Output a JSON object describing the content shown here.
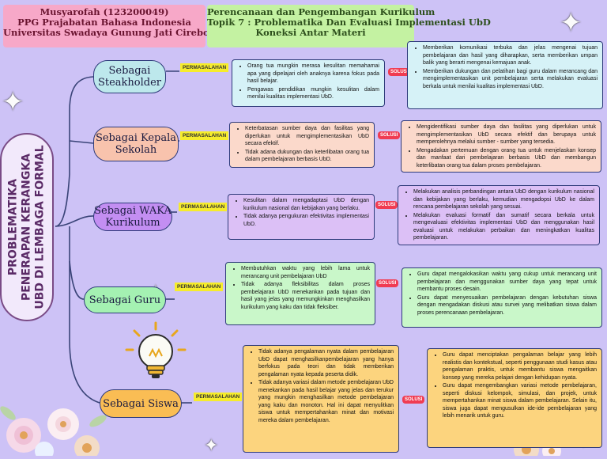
{
  "header_left": {
    "line1": "Musyarofah (123200049)",
    "line2": "PPG Prajabatan Bahasa Indonesia",
    "line3": "Universitas Swadaya Gunung Jati Cirebon"
  },
  "header_right": {
    "line1": "Perencanaan dan Pengembangan Kurikulum",
    "line2": "Topik 7 : Problematika Dan Evaluasi Implementasi UbD",
    "line3": "Koneksi Antar Materi"
  },
  "main_label": {
    "line1": "PROBLEMATIKA",
    "line2": "PENERAPAN KERANGKA",
    "line3": "UBD DI LEMBAGA FORMAL"
  },
  "tag_problem": "PERMASALAHAN",
  "tag_solution": "SOLUSI",
  "colors": {
    "background": "#cdc2f6",
    "steakholder": "#bde8ec",
    "kepala": "#f8c3ad",
    "waka": "#c38ef2",
    "guru": "#a4f1b2",
    "siswa": "#fabd54",
    "permasalahan_tag": "#f6ec2c",
    "solusi_tag": "#f03c52"
  },
  "branches": [
    {
      "line1": "Sebagai",
      "line2": "Steakholder",
      "problems": [
        "Orang tua mungkin merasa kesulitan memahamai apa yang dipelajari oleh anaknya karena fokus pada hasil belajar.",
        "Pengawas pendidikan mungkin kesulitan dalam menilai kualitas implementasi UbD."
      ],
      "solutions": [
        "Memberikan komunikasi terbuka dan jelas mengenai tujuan pembelajaran dan hasil yang diharapkan, serta memberikan umpan balik yang berarti mengenai kemajuan anak.",
        "Memberikan dukungan dan pelatihan bagi guru dalam merancang dan mengimplementasikan unit pembelajaran serta melakukan evaluasi berkala untuk menilai kualitas implementasi UbD."
      ]
    },
    {
      "line1": "Sebagai Kepala",
      "line2": "Sekolah",
      "problems": [
        "Keterbatasan sumber daya dan fasilitas yang diperlukan untuk mengimplementasikan UbD secara efektif.",
        "Tidak adana dukungan dan keterlibatan orang tua dalam pembelajaran berbasis UbD."
      ],
      "solutions": [
        "Mengidentifikasi sumber daya dan fasilitas yang diperlukan untuk mengimplementasikan UbD secara efektif dan berupaya untuk memperolehnya melalui sumber - sumber yang tersedia.",
        "Mengadakan pertemuan dengan orang tua untuk menjelaskan konsep dan manfaat dari pembelajaran berbasis UbD dan membangun keterlibatan orang tua dalam proses pembelajaran."
      ]
    },
    {
      "line1": "Sebagai WAKA",
      "line2": "Kurikulum",
      "problems": [
        "Kesulitan dalam mengadaptasi UbD dengan kurikulum nasional dan kebijakan yang berlaku.",
        "Tidak adanya pengukuran efektivitas implementasi UbD."
      ],
      "solutions": [
        "Melakukan analisis perbandingan antara UbD dengan kurikulum nasional dan kebijakan yang berlaku, kemudian mengadopsi UbD ke dalam rencana pembelajaran sekolah yang sesuai.",
        "Melakukan evaluasi formatif dan sumatif secara berkala untuk mengevaluasi efektivitas implementasi UbD dan menggunakan hasil evaluasi untuk melakukan perbaikan dan meningkatkan kualitas pembelajaran."
      ]
    },
    {
      "line1": "Sebagai Guru",
      "line2": "",
      "problems": [
        "Membutuhkan waktu yang lebih lama untuk merancang unit pembelajaran UbD",
        "Tidak adanya fleksibilitas dalam proses pembelajaran UbD menekankan pada tujuan dan hasil yang jelas yang memungkinkan menghasilkan kurikulum yang kaku dan tidak fleksiber."
      ],
      "solutions": [
        "Guru dapat mengalokasikan waktu yang cukup untuk merancang unit pembelajaran dan menggunakan sumber daya yang tepat untuk membantu proses desain.",
        "Guru dapat menyesuaikan pembelajaran dengan kebutuhan siswa dengan mengadakan diskusi atau survei yang melibatkan siswa dalam proses perencanaan pembelajaran."
      ]
    },
    {
      "line1": "Sebagai Siswa",
      "line2": "",
      "problems": [
        "Tidak adanya pengalaman nyata dalam pembelajaran UbD dapat menghasilkanpembelajaran yang hanya berfokus pada teori dan tidak memberikan pengalaman nyata kepada peserta didik.",
        "Tidak adanya variasi dalam metode pembelajaran UbD menekankan pada hasil belajar yang jelas dan terukur yang mungkin menghasilkan metode pembelajaran yang kaku dan monoton. Hal ini dapat menyulitkan siswa untuk mempertahankan minat dan motivasi mereka dalam pembelajaran."
      ],
      "solutions": [
        "Guru dapat menciptakan pengalaman belajar yang lebih realistis dan kontekstual, seperti penggunaan studi kasus atau pengalaman praktis, untuk membantu siswa mengaitkan konsep yang mereka pelajari dengan kehidupan nyata.",
        "Guru dapat mengembangkan variasi metode pembelajaran, seperti diskusi kelompok, simulasi, dan projek, untuk mempertahankan minat siswa dalam pembelajaran. Selain itu, siswa juga dapat mengusulkan ide-ide pembelajaran yang lebih menarik untuk guru."
      ]
    }
  ]
}
